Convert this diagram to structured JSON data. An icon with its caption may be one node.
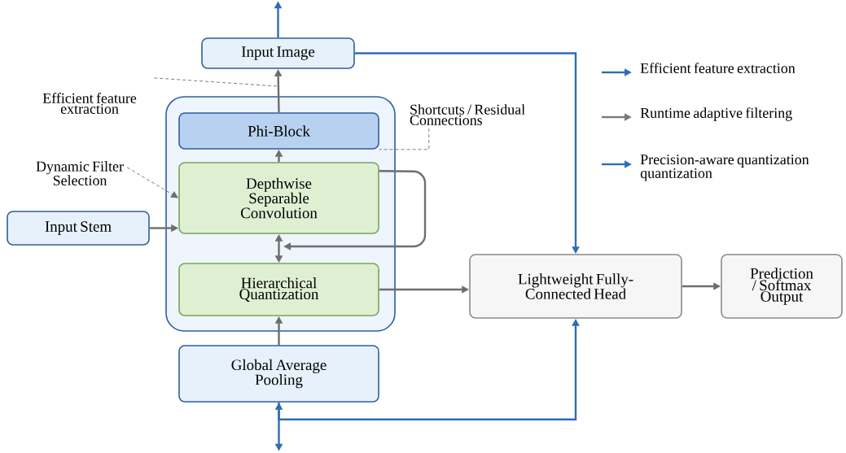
{
  "diagram": {
    "nodes": [
      {
        "text": [
          "Input Image"
        ]
      },
      {
        "text": [],
        "shape": "box"
      },
      {
        "text": [
          "Phi-Block"
        ],
        "in": 1
      },
      {
        "text": [
          "Depthwise Separable Convolution"
        ],
        "in": 1
      },
      {
        "text": [
          "Hierarchical Quantization"
        ],
        "in": 1
      },
      {
        "text": [
          "Input Stem"
        ]
      },
      {
        "text": [
          "Global Average Pooling"
        ]
      },
      {
        "text": [
          "Lightweight Fully-Connected Head"
        ]
      },
      {
        "text": [
          "Prediction / Softmax Output"
        ]
      },
      {
        "text": [
          "Efficient feature extraction"
        ]
      },
      {
        "text": [
          "Dynamic Filter Selection"
        ]
      },
      {
        "text": [
          "Shortcuts / Residual Connections"
        ]
      }
    ],
    "edges": [
      {
        "from": 2,
        "to": 0,
        "arrow": "to"
      },
      {
        "from": 0,
        "to": null,
        "arrow": "to",
        "color": "#2e6db4"
      },
      {
        "from": 0,
        "to": 7,
        "arrow": "to",
        "color": "#2e6db4"
      },
      {
        "from": 3,
        "to": 2,
        "arrow": "to"
      },
      {
        "from": 5,
        "to": 3,
        "arrow": "to"
      },
      {
        "from": 3,
        "to": 4,
        "arrow": "both"
      },
      {
        "from": 3,
        "to": null,
        "arrow": "to"
      },
      {
        "from": 4,
        "to": 7,
        "arrow": "to"
      },
      {
        "from": 6,
        "to": 4,
        "arrow": "to"
      },
      {
        "from": 7,
        "to": 8,
        "arrow": "to"
      },
      {
        "from": 6,
        "to": null,
        "arrow": "both",
        "color": "#2e6db4"
      },
      {
        "from": 6,
        "to": 7,
        "arrow": "to",
        "color": "#2e6db4"
      },
      {
        "from": 9,
        "to": null,
        "arrow": "none",
        "style": "dashed"
      },
      {
        "from": 10,
        "to": 3,
        "arrow": "to",
        "style": "dashed"
      },
      {
        "from": 11,
        "to": 2,
        "arrow": "none",
        "style": "dashed"
      }
    ],
    "legend": [
      {
        "text": "Efficient feature extraction"
      },
      {
        "text": "Runtime adaptive filtering"
      },
      {
        "text": "Precision-aware quantization quantization"
      }
    ]
  }
}
